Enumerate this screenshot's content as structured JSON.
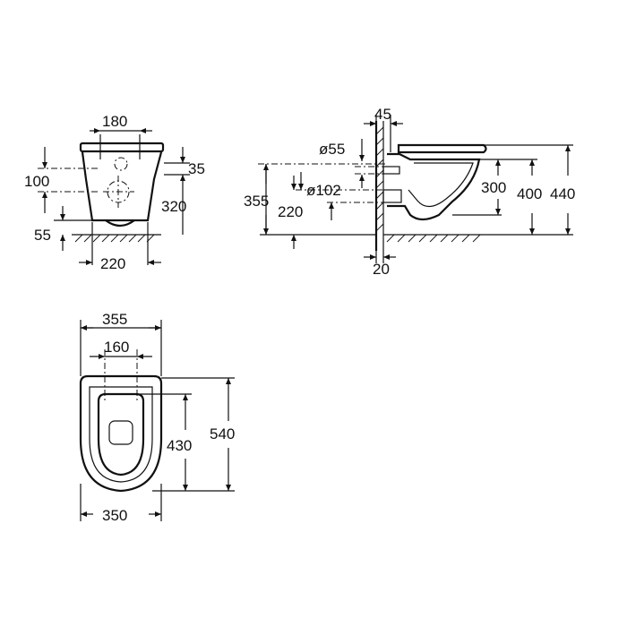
{
  "front_view": {
    "width_top": "180",
    "height_100": "100",
    "offset_35": "35",
    "height_320": "320",
    "height_55": "55",
    "width_bottom": "220"
  },
  "side_view": {
    "wall_45": "45",
    "dia_55": "ø55",
    "dia_102": "ø102",
    "height_355": "355",
    "height_220": "220",
    "height_300": "300",
    "height_400": "400",
    "height_440": "440",
    "offset_20": "20"
  },
  "top_view": {
    "width_355": "355",
    "width_160": "160",
    "length_430": "430",
    "length_540": "540",
    "width_350": "350"
  }
}
